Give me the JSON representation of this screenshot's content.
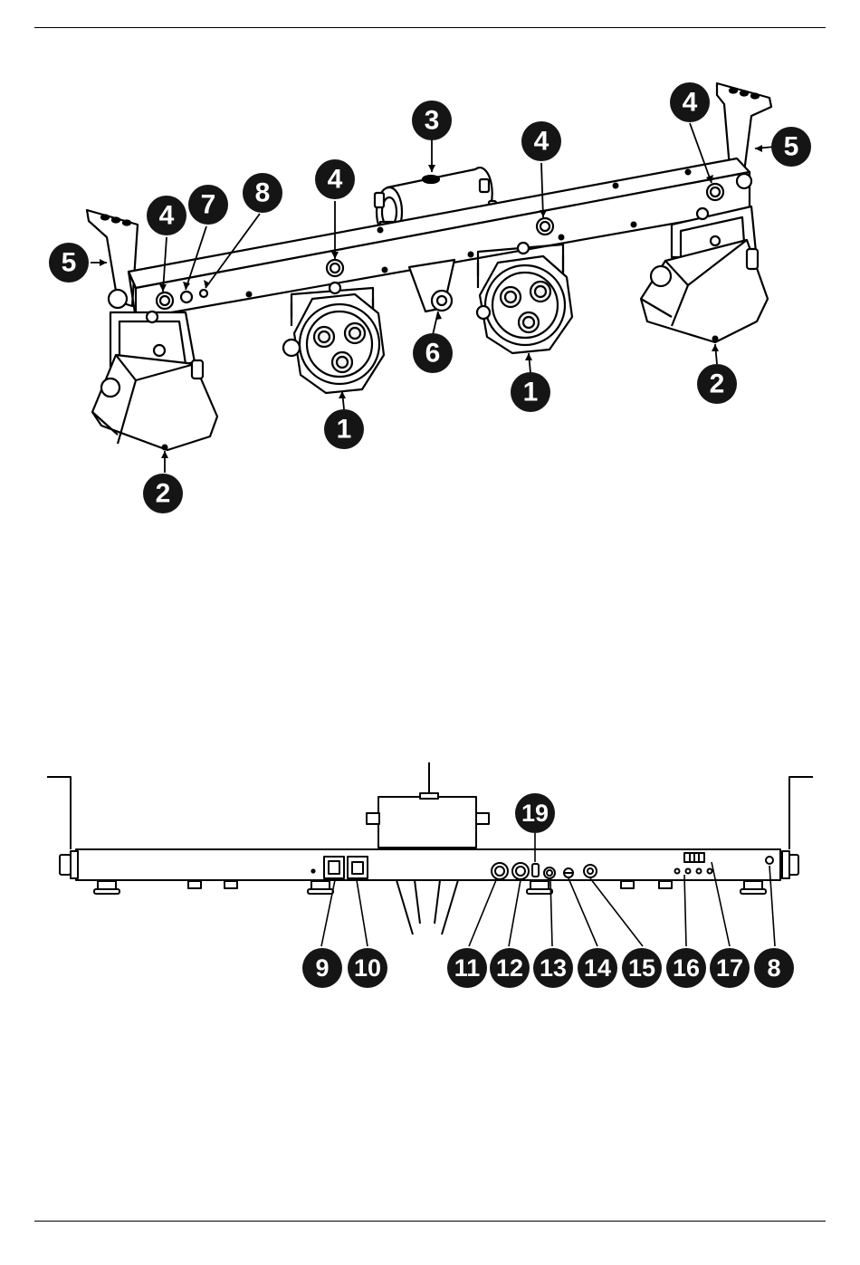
{
  "colors": {
    "ink": "#000000",
    "paper": "#ffffff",
    "callout_fill": "#151515",
    "callout_text": "#ffffff",
    "led_fill": "#f4f4f4"
  },
  "figure1": {
    "callouts": [
      "1",
      "1",
      "2",
      "2",
      "3",
      "4",
      "4",
      "4",
      "4",
      "5",
      "5",
      "6",
      "7",
      "8"
    ]
  },
  "figure2": {
    "callouts": [
      "19",
      "9",
      "10",
      "11",
      "12",
      "13",
      "14",
      "15",
      "16",
      "17",
      "8"
    ]
  }
}
